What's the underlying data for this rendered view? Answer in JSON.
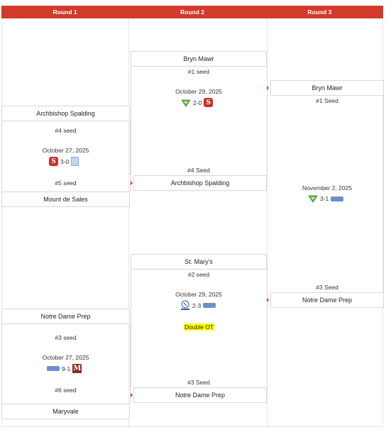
{
  "header": {
    "round1": "Round 1",
    "round2": "Round 2",
    "round3": "Round 3"
  },
  "r1": [
    {
      "top_team": "Archbishop Spalding",
      "top_seed": "#4 seed",
      "date": "October 27, 2025",
      "score": "3-0",
      "bottom_seed": "#5 seed",
      "bottom_team": "Mount de Sales"
    },
    {
      "top_team": "Notre Dame Prep",
      "top_seed": "#3 seed",
      "date": "October 27, 2025",
      "score": "9-1",
      "bottom_seed": "#6 seed",
      "bottom_team": "Maryvale"
    }
  ],
  "r2": [
    {
      "top_team": "Bryn Mawr",
      "top_seed": "#1 seed",
      "date": "October 29, 2025",
      "score": "2-0",
      "bottom_seed": "#4 Seed",
      "bottom_team": "Archbishop Spalding"
    },
    {
      "top_team": "St. Mary's",
      "top_seed": "#2 seed",
      "date": "October 29, 2025",
      "score": "2-3",
      "note": "Double OT",
      "bottom_seed": "#3 Seed",
      "bottom_team": "Notre Dame Prep"
    }
  ],
  "r3": {
    "top_team": "Bryn Mawr",
    "top_seed": "#1 Seed",
    "date": "November 2, 2025",
    "score": "3-1",
    "bottom_seed": "#3 Seed",
    "bottom_team": "Notre Dame Prep"
  },
  "icons": [
    "spalding-logo",
    "mount-de-sales-logo",
    "notre-dame-prep-logo",
    "maryvale-logo",
    "bryn-mawr-logo",
    "st-marys-logo"
  ],
  "colors": {
    "header": "#d23a2a",
    "border": "#d8d8d8",
    "highlight": "#ffff00"
  }
}
